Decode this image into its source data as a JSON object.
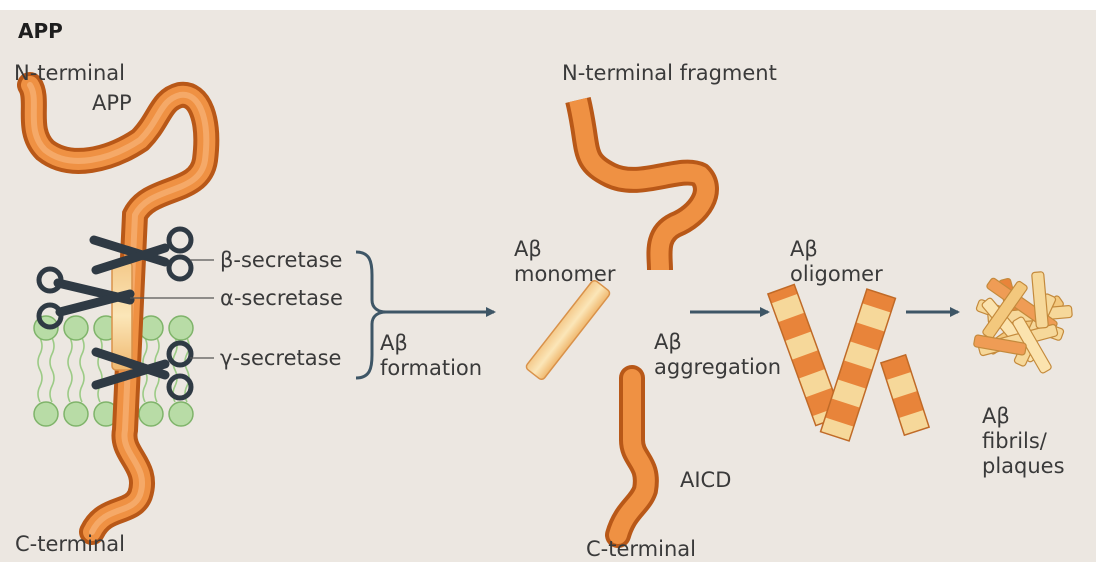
{
  "panel_title": "APP",
  "left": {
    "n_terminal": "N-terminal",
    "protein_name": "APP",
    "c_terminal": "C-terminal",
    "beta_secretase": "β-secretase",
    "alpha_secretase": "α-secretase",
    "gamma_secretase": "γ-secretase",
    "formation_line1": "Aβ",
    "formation_line2": "formation"
  },
  "middle": {
    "n_terminal_fragment": "N-terminal fragment",
    "monomer_line1": "Aβ",
    "monomer_line2": "monomer",
    "aggregation_line1": "Aβ",
    "aggregation_line2": "aggregation",
    "aicd": "AICD",
    "c_terminal": "C-terminal"
  },
  "right": {
    "oligomer_line1": "Aβ",
    "oligomer_line2": "oligomer",
    "fibrils_line1": "Aβ",
    "fibrils_line2": "fibrils/",
    "fibrils_line3": "plaques"
  },
  "colors": {
    "background": "#ece7e1",
    "protein_orange": "#e8843a",
    "peptide_yellow": "#f6d89a",
    "membrane_green": "#b8dca6",
    "arrow": "#3e5666",
    "scissors": "#2f3a44"
  }
}
